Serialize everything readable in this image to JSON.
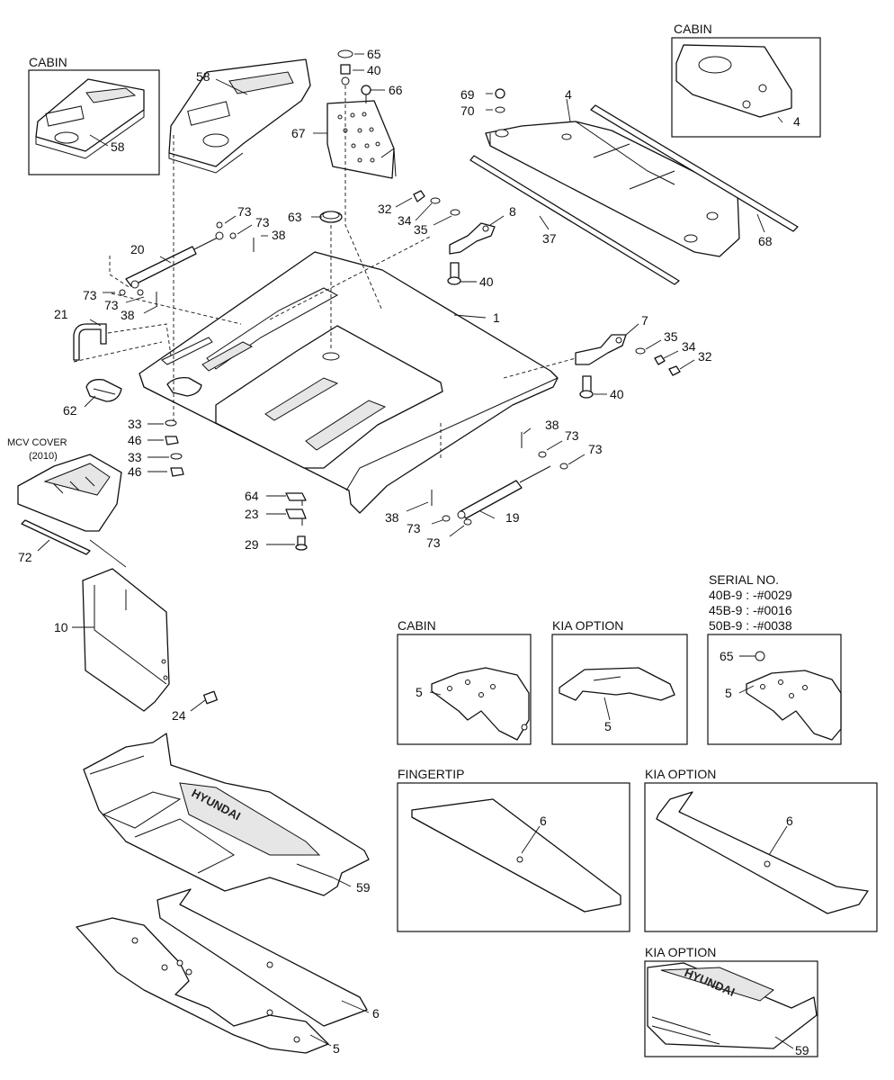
{
  "insets": {
    "cabin_top_left": "CABIN",
    "cabin_top_right": "CABIN",
    "mcv_cover": "MCV COVER",
    "mcv_cover_year": "(2010)",
    "cabin_mid": "CABIN",
    "kia_option_mid": "KIA OPTION",
    "serial_title": "SERIAL NO.",
    "serial_1": "40B-9 : -#0029",
    "serial_2": "45B-9 : -#0016",
    "serial_3": "50B-9 : -#0038",
    "fingertip": "FINGERTIP",
    "kia_option_mat": "KIA OPTION",
    "kia_option_bottom": "KIA OPTION"
  },
  "brand_text": "HYUNDAI",
  "callouts": {
    "c58a": "58",
    "c58b": "58",
    "c65": "65",
    "c40a": "40",
    "c66": "66",
    "c67": "67",
    "c69": "69",
    "c70": "70",
    "c4a": "4",
    "c4b": "4",
    "c63": "63",
    "c73a": "73",
    "c73b": "73",
    "c38a": "38",
    "c20": "20",
    "c73c": "73",
    "c73d": "73",
    "c38b": "38",
    "c21": "21",
    "c32a": "32",
    "c34a": "34",
    "c35a": "35",
    "c8": "8",
    "c40b": "40",
    "c37": "37",
    "c68": "68",
    "c1": "1",
    "c7": "7",
    "c35b": "35",
    "c34b": "34",
    "c32b": "32",
    "c40c": "40",
    "c62": "62",
    "c33a": "33",
    "c46a": "46",
    "c33b": "33",
    "c46b": "46",
    "c38c": "38",
    "c73e": "73",
    "c73f": "73",
    "c64": "64",
    "c23": "23",
    "c29": "29",
    "c38d": "38",
    "c73g": "73",
    "c19": "19",
    "c73h": "73",
    "c72": "72",
    "c10": "10",
    "c24": "24",
    "c5a": "5",
    "c5b": "5",
    "c65b": "65",
    "c5c": "5",
    "c6a": "6",
    "c6b": "6",
    "c59a": "59",
    "c6c": "6",
    "c5d": "5",
    "c59b": "59"
  }
}
